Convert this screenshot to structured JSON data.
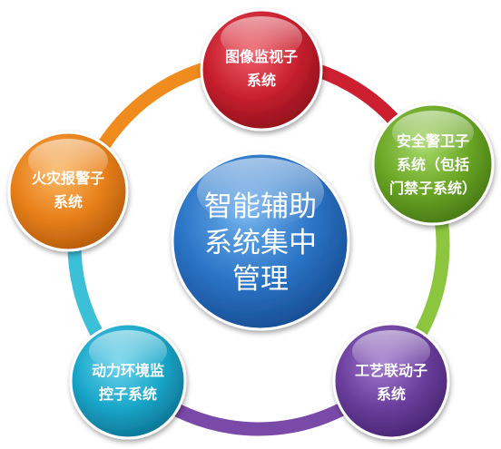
{
  "center": {
    "lines": [
      "智能辅助",
      "系统集中",
      "管理"
    ],
    "color": "#2b74c6"
  },
  "nodes": [
    {
      "id": "video",
      "lines": [
        "图像监视子",
        "系统"
      ],
      "color": "#c8202e"
    },
    {
      "id": "security",
      "lines": [
        "安全警卫子",
        "系统（包括",
        "门禁子系统）"
      ],
      "color": "#6aa625"
    },
    {
      "id": "process",
      "lines": [
        "工艺联动子",
        "系统"
      ],
      "color": "#6a3e9c"
    },
    {
      "id": "power",
      "lines": [
        "动力环境监",
        "控子系统"
      ],
      "color": "#1aa7c9"
    },
    {
      "id": "fire",
      "lines": [
        "火灾报警子",
        "系统"
      ],
      "color": "#e8801a"
    }
  ],
  "ring_arcs": [
    {
      "from": "video",
      "to": "security",
      "color": "#cc2030"
    },
    {
      "from": "security",
      "to": "process",
      "color": "#8cc63e"
    },
    {
      "from": "process",
      "to": "power",
      "color": "#7a4aa8"
    },
    {
      "from": "power",
      "to": "fire",
      "color": "#3cc0d8"
    },
    {
      "from": "fire",
      "to": "video",
      "color": "#f08c1e"
    }
  ]
}
